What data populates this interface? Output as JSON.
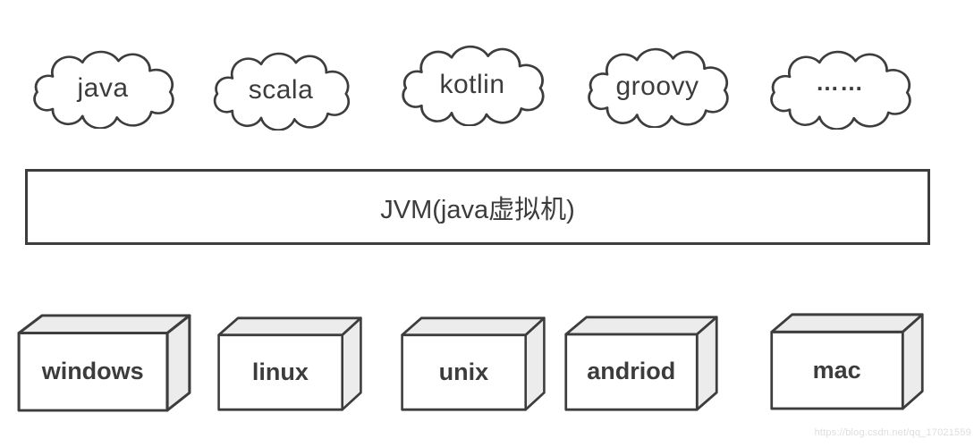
{
  "languages": [
    "java",
    "scala",
    "kotlin",
    "groovy",
    "……"
  ],
  "jvm": {
    "label": "JVM(java虚拟机)"
  },
  "platforms": [
    "windows",
    "linux",
    "unix",
    "andriod",
    "mac"
  ],
  "watermark": {
    "text": "https://blog.csdn.net/qq_17021559"
  },
  "icons": {
    "language_shape": "cloud-icon",
    "platform_shape": "cube-icon"
  },
  "colors": {
    "outline": "#3d3d3d",
    "text": "#3c3c3c",
    "cube_face": "#ececec",
    "background": "#ffffff",
    "watermark_text": "#dedede"
  }
}
